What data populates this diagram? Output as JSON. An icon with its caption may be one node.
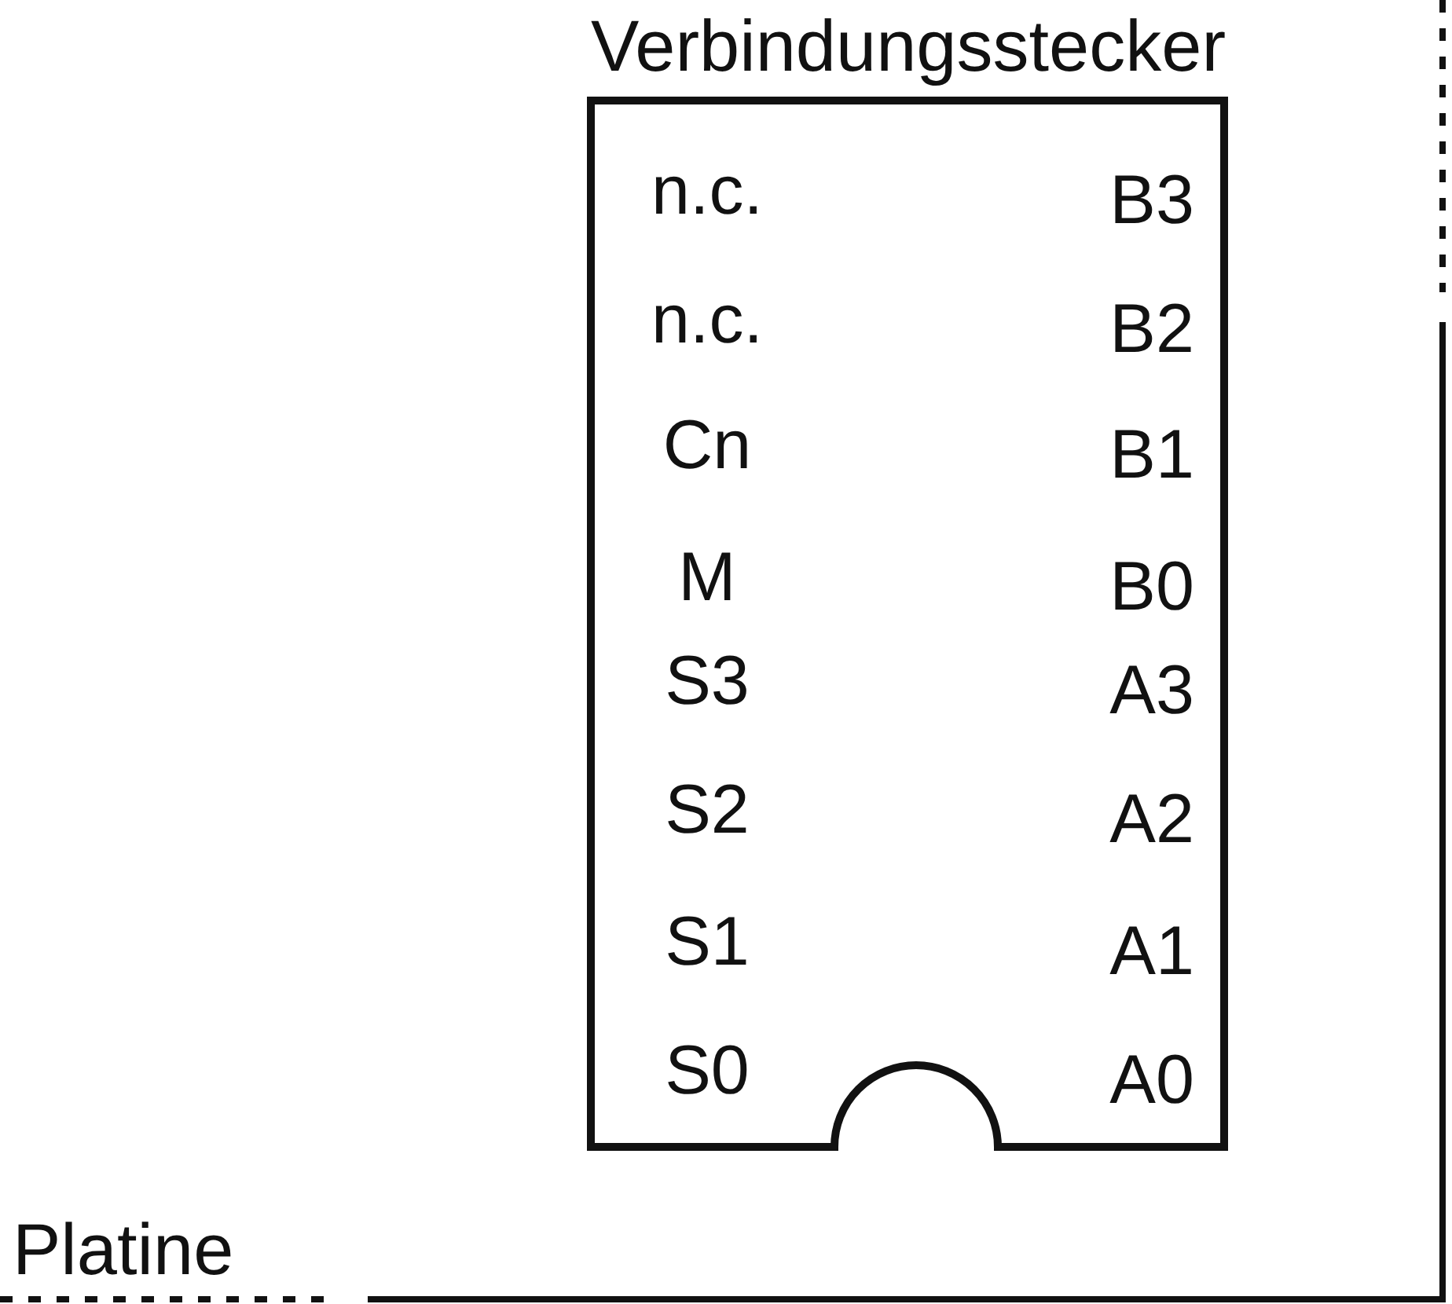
{
  "diagram": {
    "nodes": [
      {
        "text": [
          "Platine"
        ]
      },
      {
        "text": [
          "Verbindungsstecker"
        ],
        "in": 0
      }
    ],
    "labels": [
      "n.c.",
      "B3",
      "n.c.",
      "B2",
      "Cn",
      "B1",
      "M",
      "B0",
      "S3",
      "A3",
      "S2",
      "A2",
      "S1",
      "A1",
      "S0",
      "A0"
    ]
  }
}
